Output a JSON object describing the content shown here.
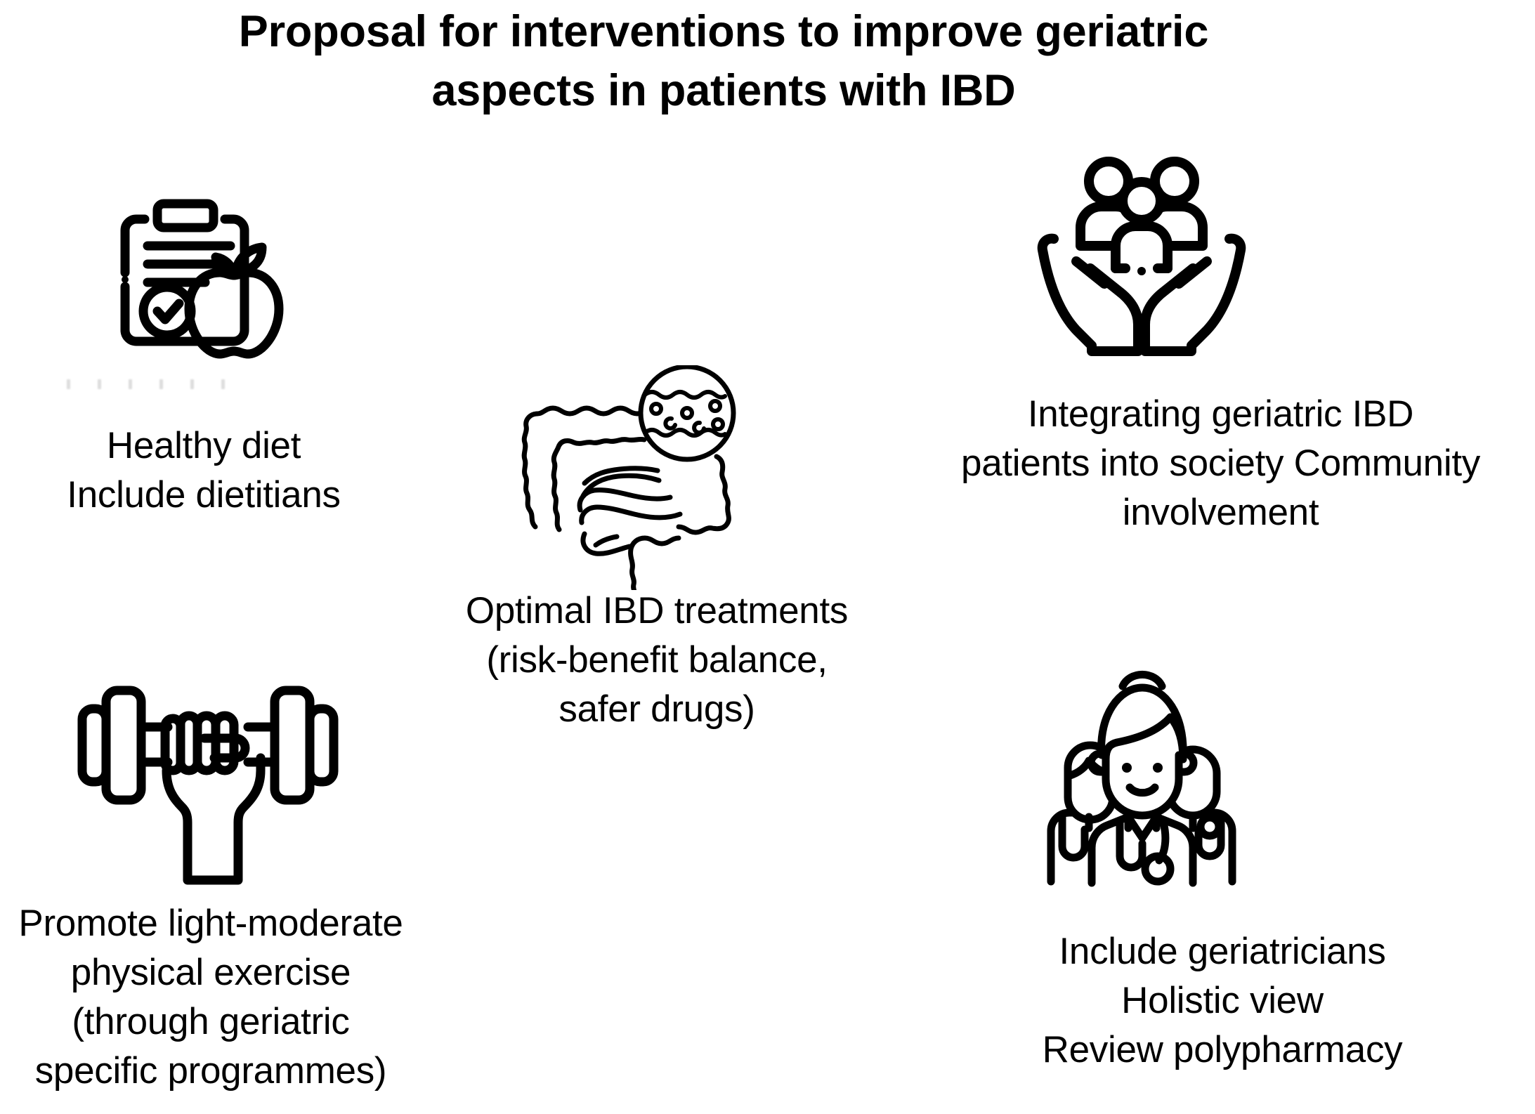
{
  "figure": {
    "background_color": "#ffffff",
    "stroke_color": "#000000",
    "title": {
      "line1": "Proposal for interventions to improve geriatric",
      "line2": "aspects in patients with IBD"
    }
  },
  "items": [
    {
      "id": "healthy-diet",
      "icon": "clipboard-apple-icon",
      "position": "top-left",
      "caption_lines": [
        "Healthy diet",
        "Include dietitians"
      ]
    },
    {
      "id": "community-involvement",
      "icon": "hands-holding-people-icon",
      "position": "top-right",
      "caption_lines": [
        "Integrating geriatric IBD",
        "patients into society Community",
        "involvement"
      ]
    },
    {
      "id": "optimal-treatments",
      "icon": "intestine-magnifier-icon",
      "position": "center",
      "caption_lines": [
        "Optimal IBD treatments",
        "(risk-benefit balance,",
        "safer drugs)"
      ]
    },
    {
      "id": "physical-exercise",
      "icon": "dumbbell-hand-icon",
      "position": "bottom-left",
      "caption_lines": [
        "Promote light-moderate",
        "physical exercise",
        "(through geriatric",
        "specific programmes)"
      ]
    },
    {
      "id": "geriatricians",
      "icon": "medical-team-icon",
      "position": "bottom-right",
      "caption_lines": [
        "Include geriatricians",
        "Holistic view",
        "Review polypharmacy"
      ]
    }
  ]
}
